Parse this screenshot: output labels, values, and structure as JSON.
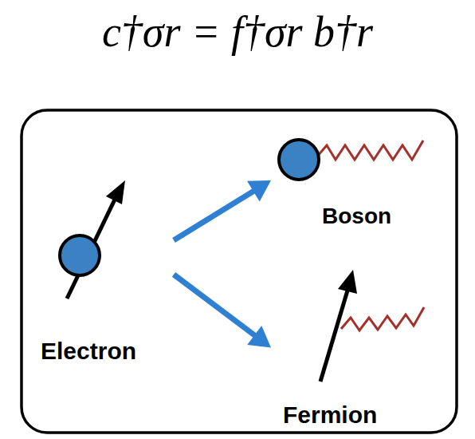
{
  "diagram": {
    "title": "c†σr = f†σr b†r",
    "nodes": [
      {
        "text": [
          "Electron"
        ]
      },
      {
        "text": [
          "Boson"
        ]
      },
      {
        "text": [
          "Fermion"
        ]
      }
    ],
    "edges": [
      {
        "from": 0,
        "to": 1,
        "arrow": "to"
      },
      {
        "from": 0,
        "to": 2,
        "arrow": "to"
      }
    ]
  }
}
